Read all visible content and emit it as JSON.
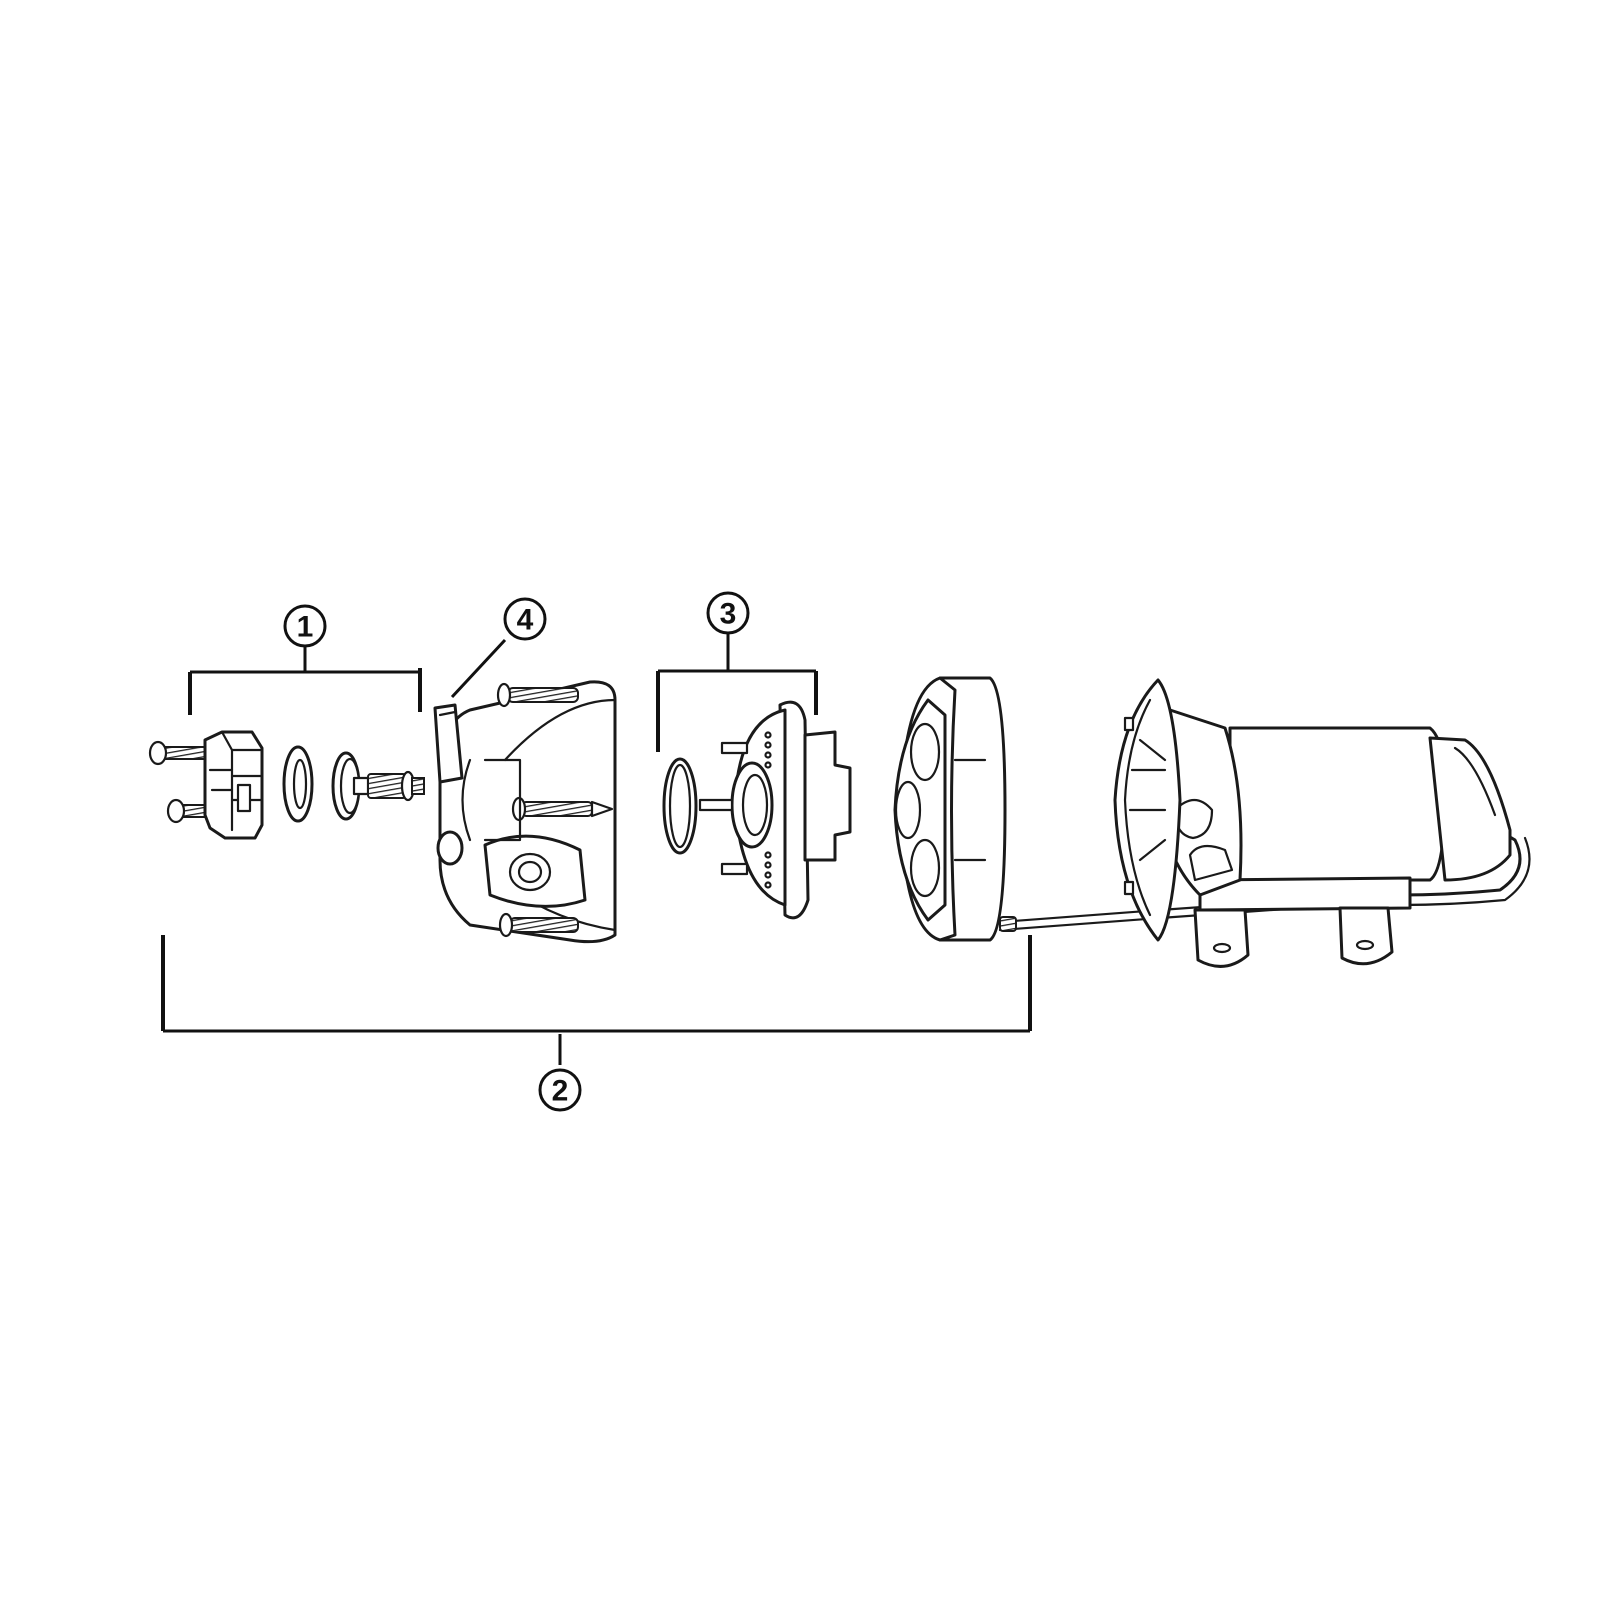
{
  "diagram": {
    "type": "exploded-parts-diagram",
    "subject": "diaphragm water pump",
    "colors": {
      "background": "#ffffff",
      "line": "#1a1a1a"
    },
    "callouts": [
      {
        "id": "1",
        "label": "1",
        "refers_to": "check valve / pressure switch sub-assembly"
      },
      {
        "id": "2",
        "label": "2",
        "refers_to": "complete pump head assembly"
      },
      {
        "id": "3",
        "label": "3",
        "refers_to": "valve assembly with O-ring"
      },
      {
        "id": "4",
        "label": "4",
        "refers_to": "pump head housing"
      }
    ],
    "parts": [
      {
        "name": "screws-and-cover"
      },
      {
        "name": "washer"
      },
      {
        "name": "plunger-spring"
      },
      {
        "name": "pump-head-housing"
      },
      {
        "name": "o-ring"
      },
      {
        "name": "valve-plate"
      },
      {
        "name": "diaphragm-housing"
      },
      {
        "name": "motor-assembly"
      }
    ]
  }
}
